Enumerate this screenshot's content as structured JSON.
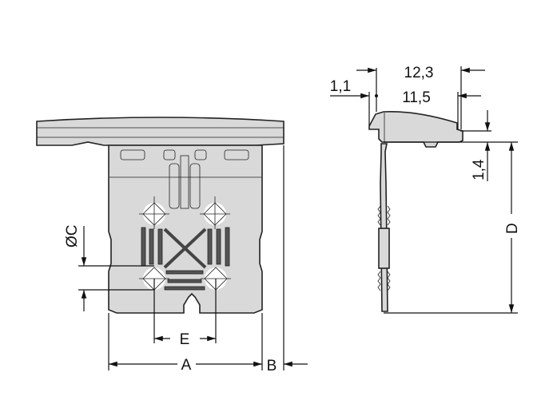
{
  "front_view": {
    "dimensions": {
      "a": "A",
      "b": "B",
      "c": "ØC",
      "e": "E"
    }
  },
  "side_view": {
    "dimensions": {
      "overall_length": "12,3",
      "inner_length": "11,5",
      "offset": "1,1",
      "height": "1,4",
      "d": "D"
    }
  },
  "colors": {
    "part_fill": "#d9d9d9",
    "line": "#111111"
  }
}
